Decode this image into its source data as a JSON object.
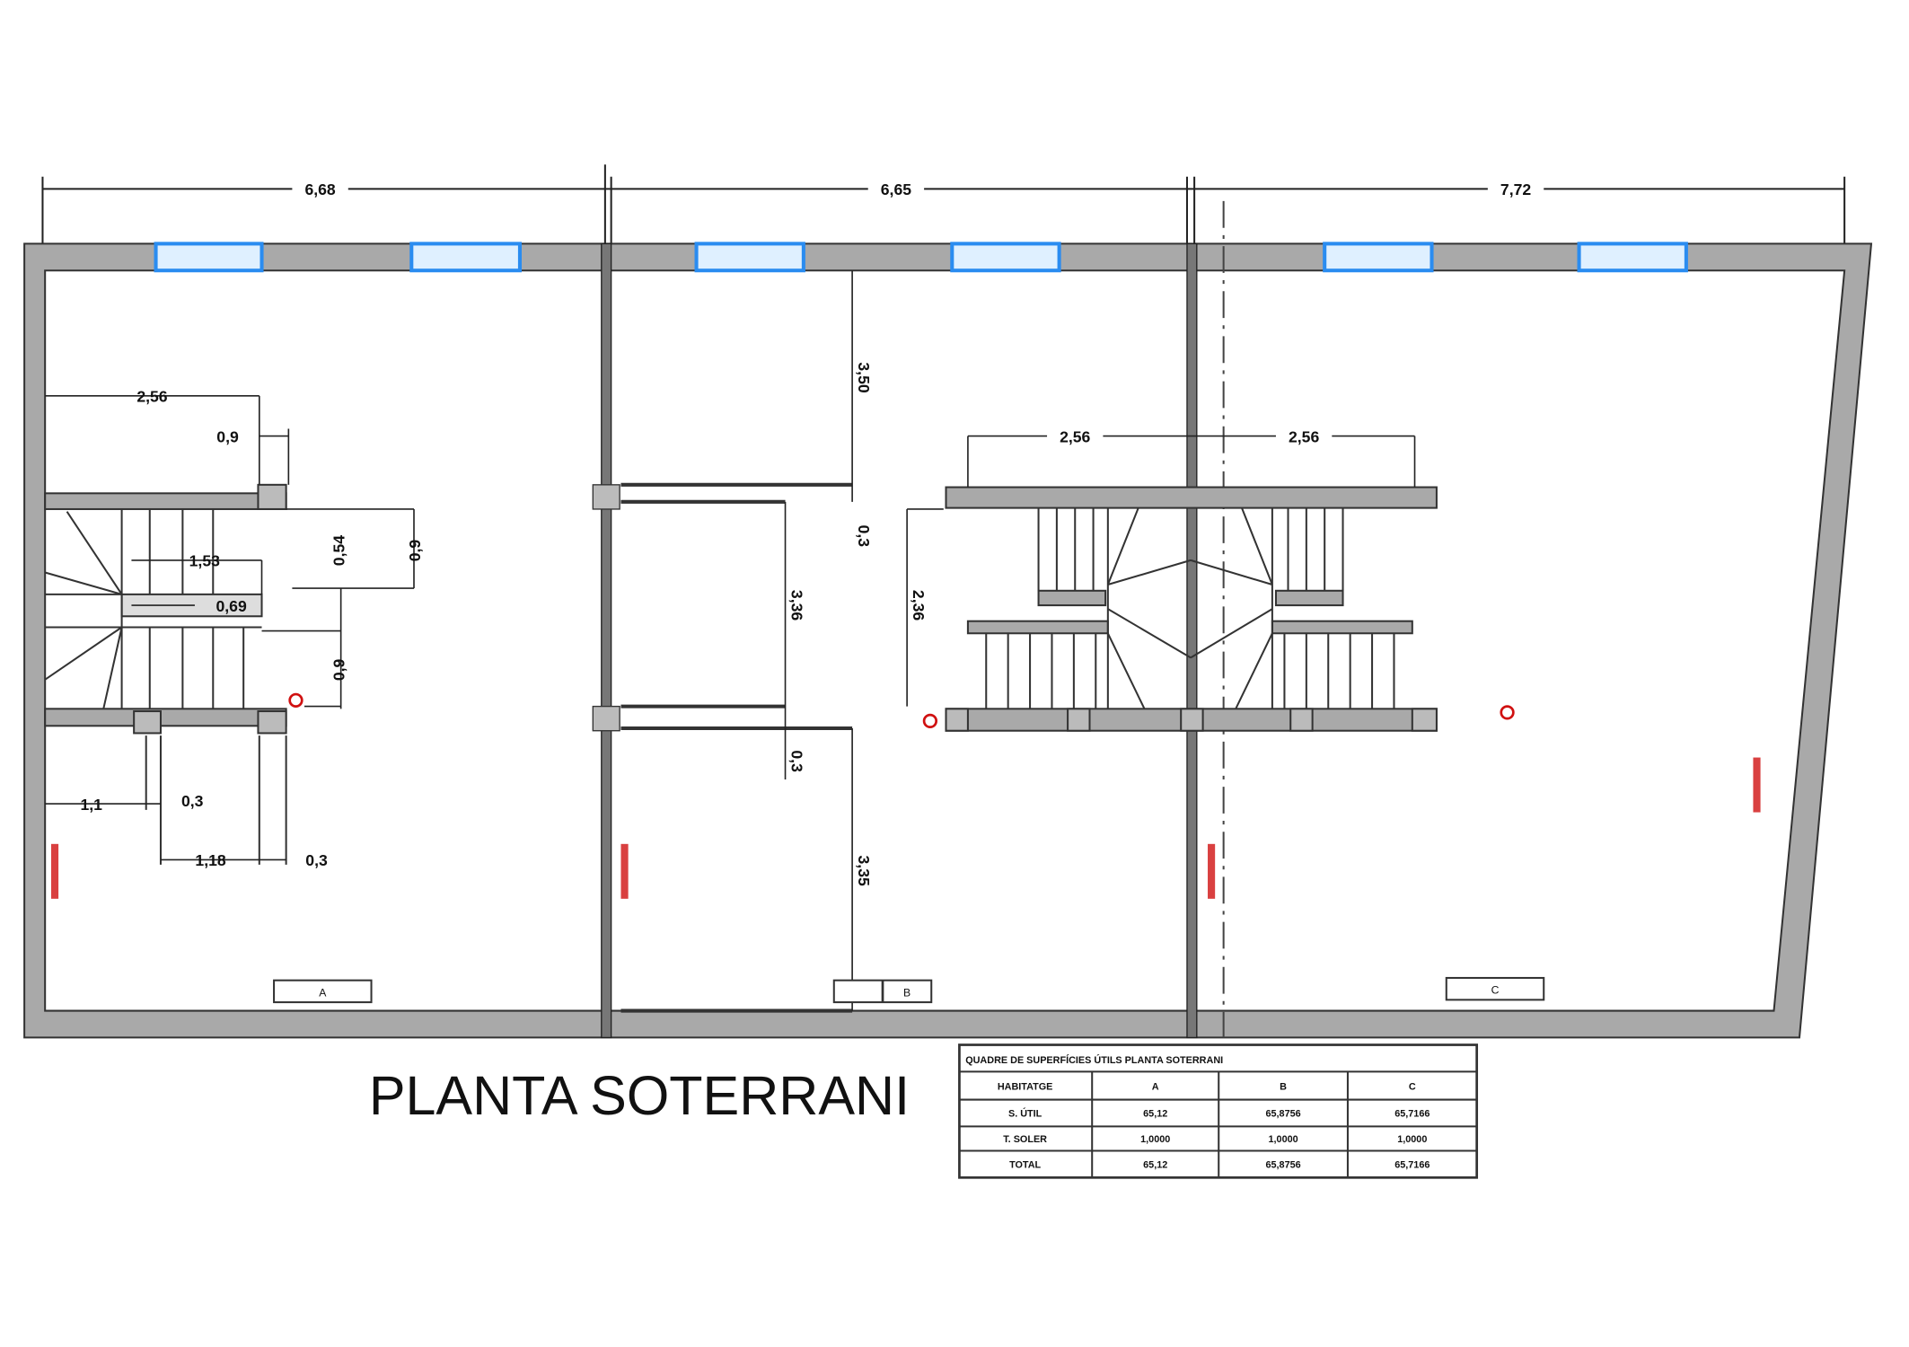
{
  "plan": {
    "title": "PLANTA SOTERRANI",
    "overall_dimensions": [
      "6,68",
      "6,65",
      "7,72"
    ],
    "left_unit": {
      "dims": [
        "2,56",
        "0,9",
        "0,9",
        "0,54",
        "1,53",
        "0,69",
        "0,9",
        "1,1",
        "0,3",
        "1,18",
        "0,3"
      ],
      "door_label": "A"
    },
    "middle_unit": {
      "dims": [
        "3,50",
        "0,3",
        "3,36",
        "0,3",
        "3,35",
        "2,36"
      ],
      "door_label": "B"
    },
    "right_unit": {
      "dims": [
        "2,56",
        "2,56"
      ],
      "door_label": "C"
    },
    "colors": {
      "wall": "#a9a9a9",
      "window": "#2a8cf0",
      "marker": "#d01010"
    }
  },
  "table": {
    "title": "QUADRE DE SUPERFÍCIES ÚTILS PLANTA SOTERRANI",
    "headers": [
      "HABITATGE",
      "A",
      "B",
      "C"
    ],
    "rows": [
      [
        "S. ÚTIL",
        "65,12",
        "65,8756",
        "65,7166"
      ],
      [
        "T. SOLER",
        "1,0000",
        "1,0000",
        "1,0000"
      ],
      [
        "TOTAL",
        "65,12",
        "65,8756",
        "65,7166"
      ]
    ]
  }
}
